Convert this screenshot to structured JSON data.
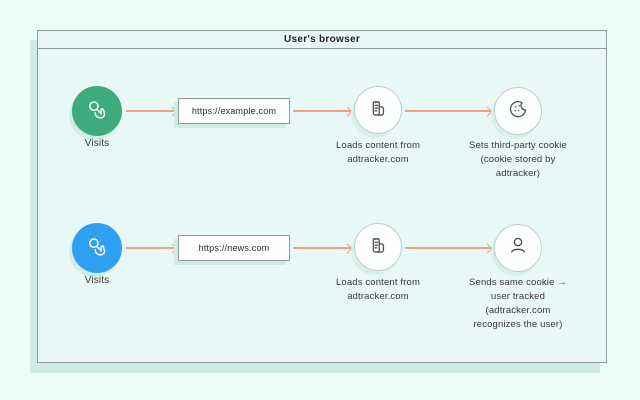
{
  "diagram": {
    "title": "User's browser",
    "colors": {
      "page_bg": "#ecfcf7",
      "panel_bg": "#e8f8f6",
      "panel_border": "#8f9a99",
      "shadow": "#cfebe5",
      "arrow": "#f2a083",
      "actor_green": "#3dab7c",
      "actor_blue": "#2da0f2"
    },
    "rows": [
      {
        "actor": {
          "label": "Visits",
          "color": "#3dab7c",
          "icon": "tap-icon"
        },
        "url": "https://example.com",
        "steps": [
          {
            "icon": "receipt-icon",
            "label": "Loads content from\nadtracker.com"
          },
          {
            "icon": "cookie-icon",
            "label": "Sets third-party cookie\n(cookie stored by\nadtracker)"
          }
        ]
      },
      {
        "actor": {
          "label": "Visits",
          "color": "#2da0f2",
          "icon": "tap-icon"
        },
        "url": "https://news.com",
        "steps": [
          {
            "icon": "receipt-icon",
            "label": "Loads content from\nadtracker.com"
          },
          {
            "icon": "person-icon",
            "label": "Sends same cookie →\nuser tracked\n(adtracker.com\nrecognizes the user)"
          }
        ]
      }
    ]
  }
}
